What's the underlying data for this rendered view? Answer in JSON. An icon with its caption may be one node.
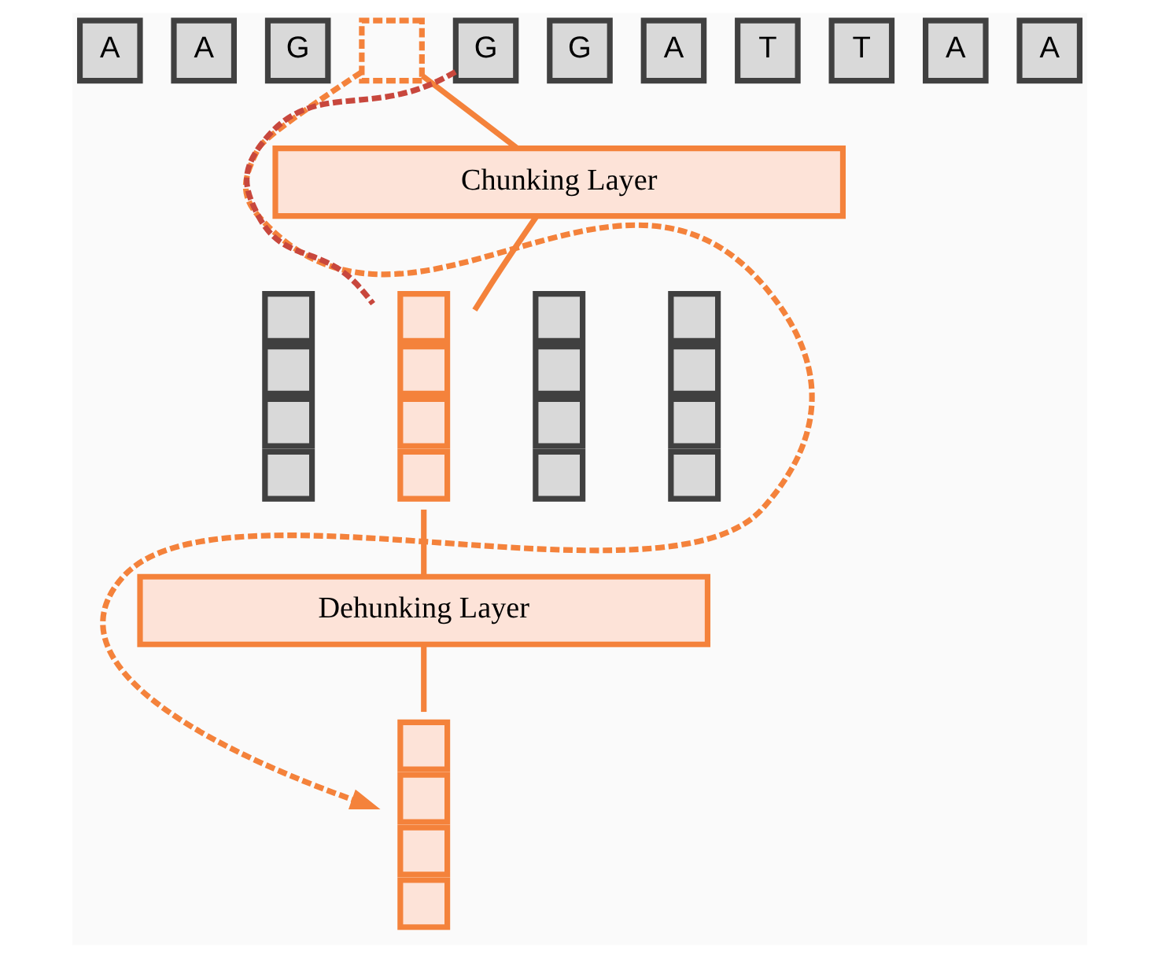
{
  "diagram": {
    "nodes": [
      {
        "text": [
          "A"
        ]
      },
      {
        "text": [
          "A"
        ]
      },
      {
        "text": [
          "G"
        ]
      },
      {
        "text": [],
        "shape": "box"
      },
      {
        "text": [
          "G"
        ]
      },
      {
        "text": [
          "G"
        ]
      },
      {
        "text": [
          "A"
        ]
      },
      {
        "text": [
          "T"
        ]
      },
      {
        "text": [
          "T"
        ]
      },
      {
        "text": [
          "A"
        ]
      },
      {
        "text": [
          "A"
        ]
      },
      {
        "text": [
          "Chunking Layer"
        ]
      },
      {
        "text": [],
        "shape": "bar"
      },
      {
        "text": [],
        "shape": "bar"
      },
      {
        "text": [],
        "shape": "bar"
      },
      {
        "text": [],
        "shape": "bar"
      },
      {
        "text": [
          "Dehunking Layer"
        ]
      },
      {
        "text": [],
        "shape": "bar"
      }
    ],
    "edges": [
      {
        "from": 3,
        "to": 11,
        "arrow": "none"
      },
      {
        "from": 11,
        "to": 13,
        "arrow": "none"
      },
      {
        "from": 4,
        "to": 13,
        "arrow": "none",
        "style": "dashed",
        "color": "#c8473d"
      },
      {
        "from": 13,
        "to": 16,
        "arrow": "none"
      },
      {
        "from": 16,
        "to": 17,
        "arrow": "none"
      },
      {
        "from": 3,
        "to": 17,
        "arrow": "to",
        "style": "dashed"
      }
    ]
  }
}
